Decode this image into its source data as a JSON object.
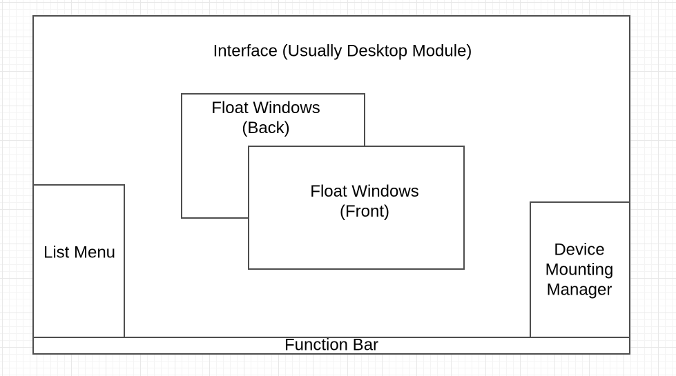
{
  "diagram": {
    "title": "Interface (Usually Desktop Module)",
    "float_back": {
      "line1": "Float Windows",
      "line2": "(Back)"
    },
    "float_front": {
      "line1": "Float Windows",
      "line2": "(Front)"
    },
    "list_menu": {
      "label": "List Menu"
    },
    "device_manager": {
      "line1": "Device",
      "line2": "Mounting",
      "line3": "Manager"
    },
    "function_bar": {
      "label": "Function Bar"
    }
  },
  "colors": {
    "shape_stroke": "#4d4d4d",
    "shape_fill": "#ffffff",
    "text": "#000000",
    "grid_minor": "#f4f4f4",
    "grid_major": "#e8e8e8",
    "canvas_background": "#ffffff"
  }
}
